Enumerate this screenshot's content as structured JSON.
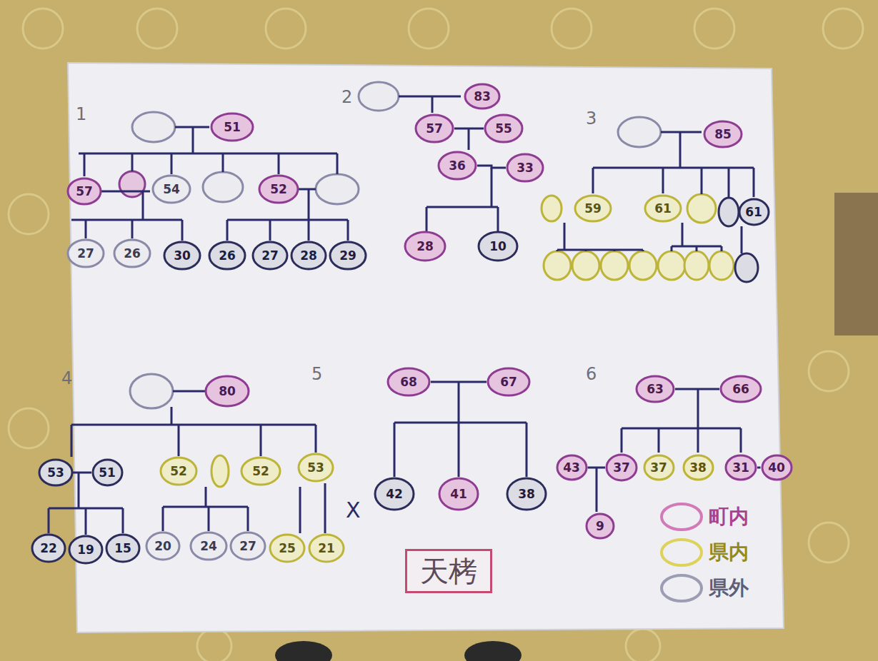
{
  "diagram": {
    "title": "天栲",
    "nodes": [
      {
        "text": [
          "51"
        ]
      },
      {
        "text": [
          "57"
        ]
      },
      {
        "text": [
          "54"
        ]
      },
      {
        "text": [
          "52"
        ]
      },
      {
        "text": [
          "27"
        ]
      },
      {
        "text": [
          "26"
        ]
      },
      {
        "text": [
          "30"
        ]
      },
      {
        "text": [
          "26"
        ]
      },
      {
        "text": [
          "27"
        ]
      },
      {
        "text": [
          "28"
        ]
      },
      {
        "text": [
          "29"
        ]
      },
      {
        "text": [
          "83"
        ]
      },
      {
        "text": [
          "57"
        ]
      },
      {
        "text": [
          "55"
        ]
      },
      {
        "text": [
          "36"
        ]
      },
      {
        "text": [
          "33"
        ]
      },
      {
        "text": [
          "28"
        ]
      },
      {
        "text": [
          "10"
        ]
      },
      {
        "text": [
          "85"
        ]
      },
      {
        "text": [
          "59"
        ]
      },
      {
        "text": [
          "61"
        ]
      },
      {
        "text": [
          "61"
        ]
      },
      {
        "text": [
          "80"
        ]
      },
      {
        "text": [
          "53"
        ]
      },
      {
        "text": [
          "51"
        ]
      },
      {
        "text": [
          "52"
        ]
      },
      {
        "text": [
          "52"
        ]
      },
      {
        "text": [
          "53"
        ]
      },
      {
        "text": [
          "22"
        ]
      },
      {
        "text": [
          "19"
        ]
      },
      {
        "text": [
          "15"
        ]
      },
      {
        "text": [
          "20"
        ]
      },
      {
        "text": [
          "24"
        ]
      },
      {
        "text": [
          "27"
        ]
      },
      {
        "text": [
          "25"
        ]
      },
      {
        "text": [
          "21"
        ]
      },
      {
        "text": [
          "68"
        ]
      },
      {
        "text": [
          "67"
        ]
      },
      {
        "text": [
          "42"
        ]
      },
      {
        "text": [
          "41"
        ]
      },
      {
        "text": [
          "38"
        ]
      },
      {
        "text": [
          "63"
        ]
      },
      {
        "text": [
          "66"
        ]
      },
      {
        "text": [
          "43"
        ]
      },
      {
        "text": [
          "37"
        ]
      },
      {
        "text": [
          "37"
        ]
      },
      {
        "text": [
          "38"
        ]
      },
      {
        "text": [
          "31"
        ]
      },
      {
        "text": [
          "40"
        ]
      },
      {
        "text": [
          "9"
        ]
      }
    ],
    "edges": [
      {
        "from": 12,
        "to": 13,
        "arrow": "none"
      },
      {
        "from": 14,
        "to": 15,
        "arrow": "none"
      },
      {
        "from": 36,
        "to": 37,
        "arrow": "none"
      },
      {
        "from": 41,
        "to": 42,
        "arrow": "none"
      },
      {
        "from": 43,
        "to": 44,
        "arrow": "none"
      },
      {
        "from": 47,
        "to": 48,
        "arrow": "none"
      }
    ],
    "labels": [
      "1",
      "2",
      "3",
      "4",
      "5",
      "6",
      "X"
    ],
    "legend": [
      {
        "text": "町内",
        "color": "#d27ab8"
      },
      {
        "text": "県内",
        "color": "#ddd35a"
      },
      {
        "text": "県外",
        "color": "#9c9cb2"
      }
    ]
  }
}
